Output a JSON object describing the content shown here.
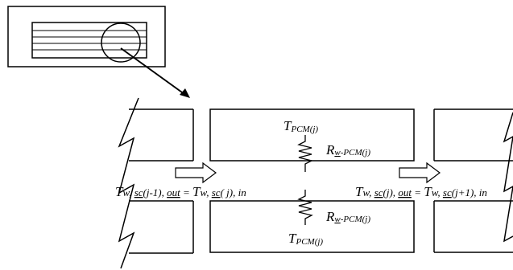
{
  "labels": {
    "t_pcm": {
      "main": "T",
      "sub": "PCM(j)"
    },
    "r_w_pcm": {
      "main": "R",
      "sub": "w",
      "rest": "-PCM(j)"
    },
    "left_flow": {
      "t1": "T",
      "sub1": "w, ",
      "sc1": "sc",
      "idx1": "(j-1), ",
      "out": "out",
      "eq": " = ",
      "t2": "T",
      "sub2": "w, ",
      "sc2": "sc",
      "idx2": "( j), in"
    },
    "right_flow": {
      "t1": "T",
      "sub1": "w, ",
      "sc1": "sc",
      "idx1": "(j), ",
      "out": "out",
      "eq": " = ",
      "t2": "T",
      "sub2": "w, ",
      "sc2": "sc",
      "idx2": "(j+1), in"
    }
  },
  "colors": {
    "line": "#000000",
    "spell_underline": "#d11111"
  }
}
